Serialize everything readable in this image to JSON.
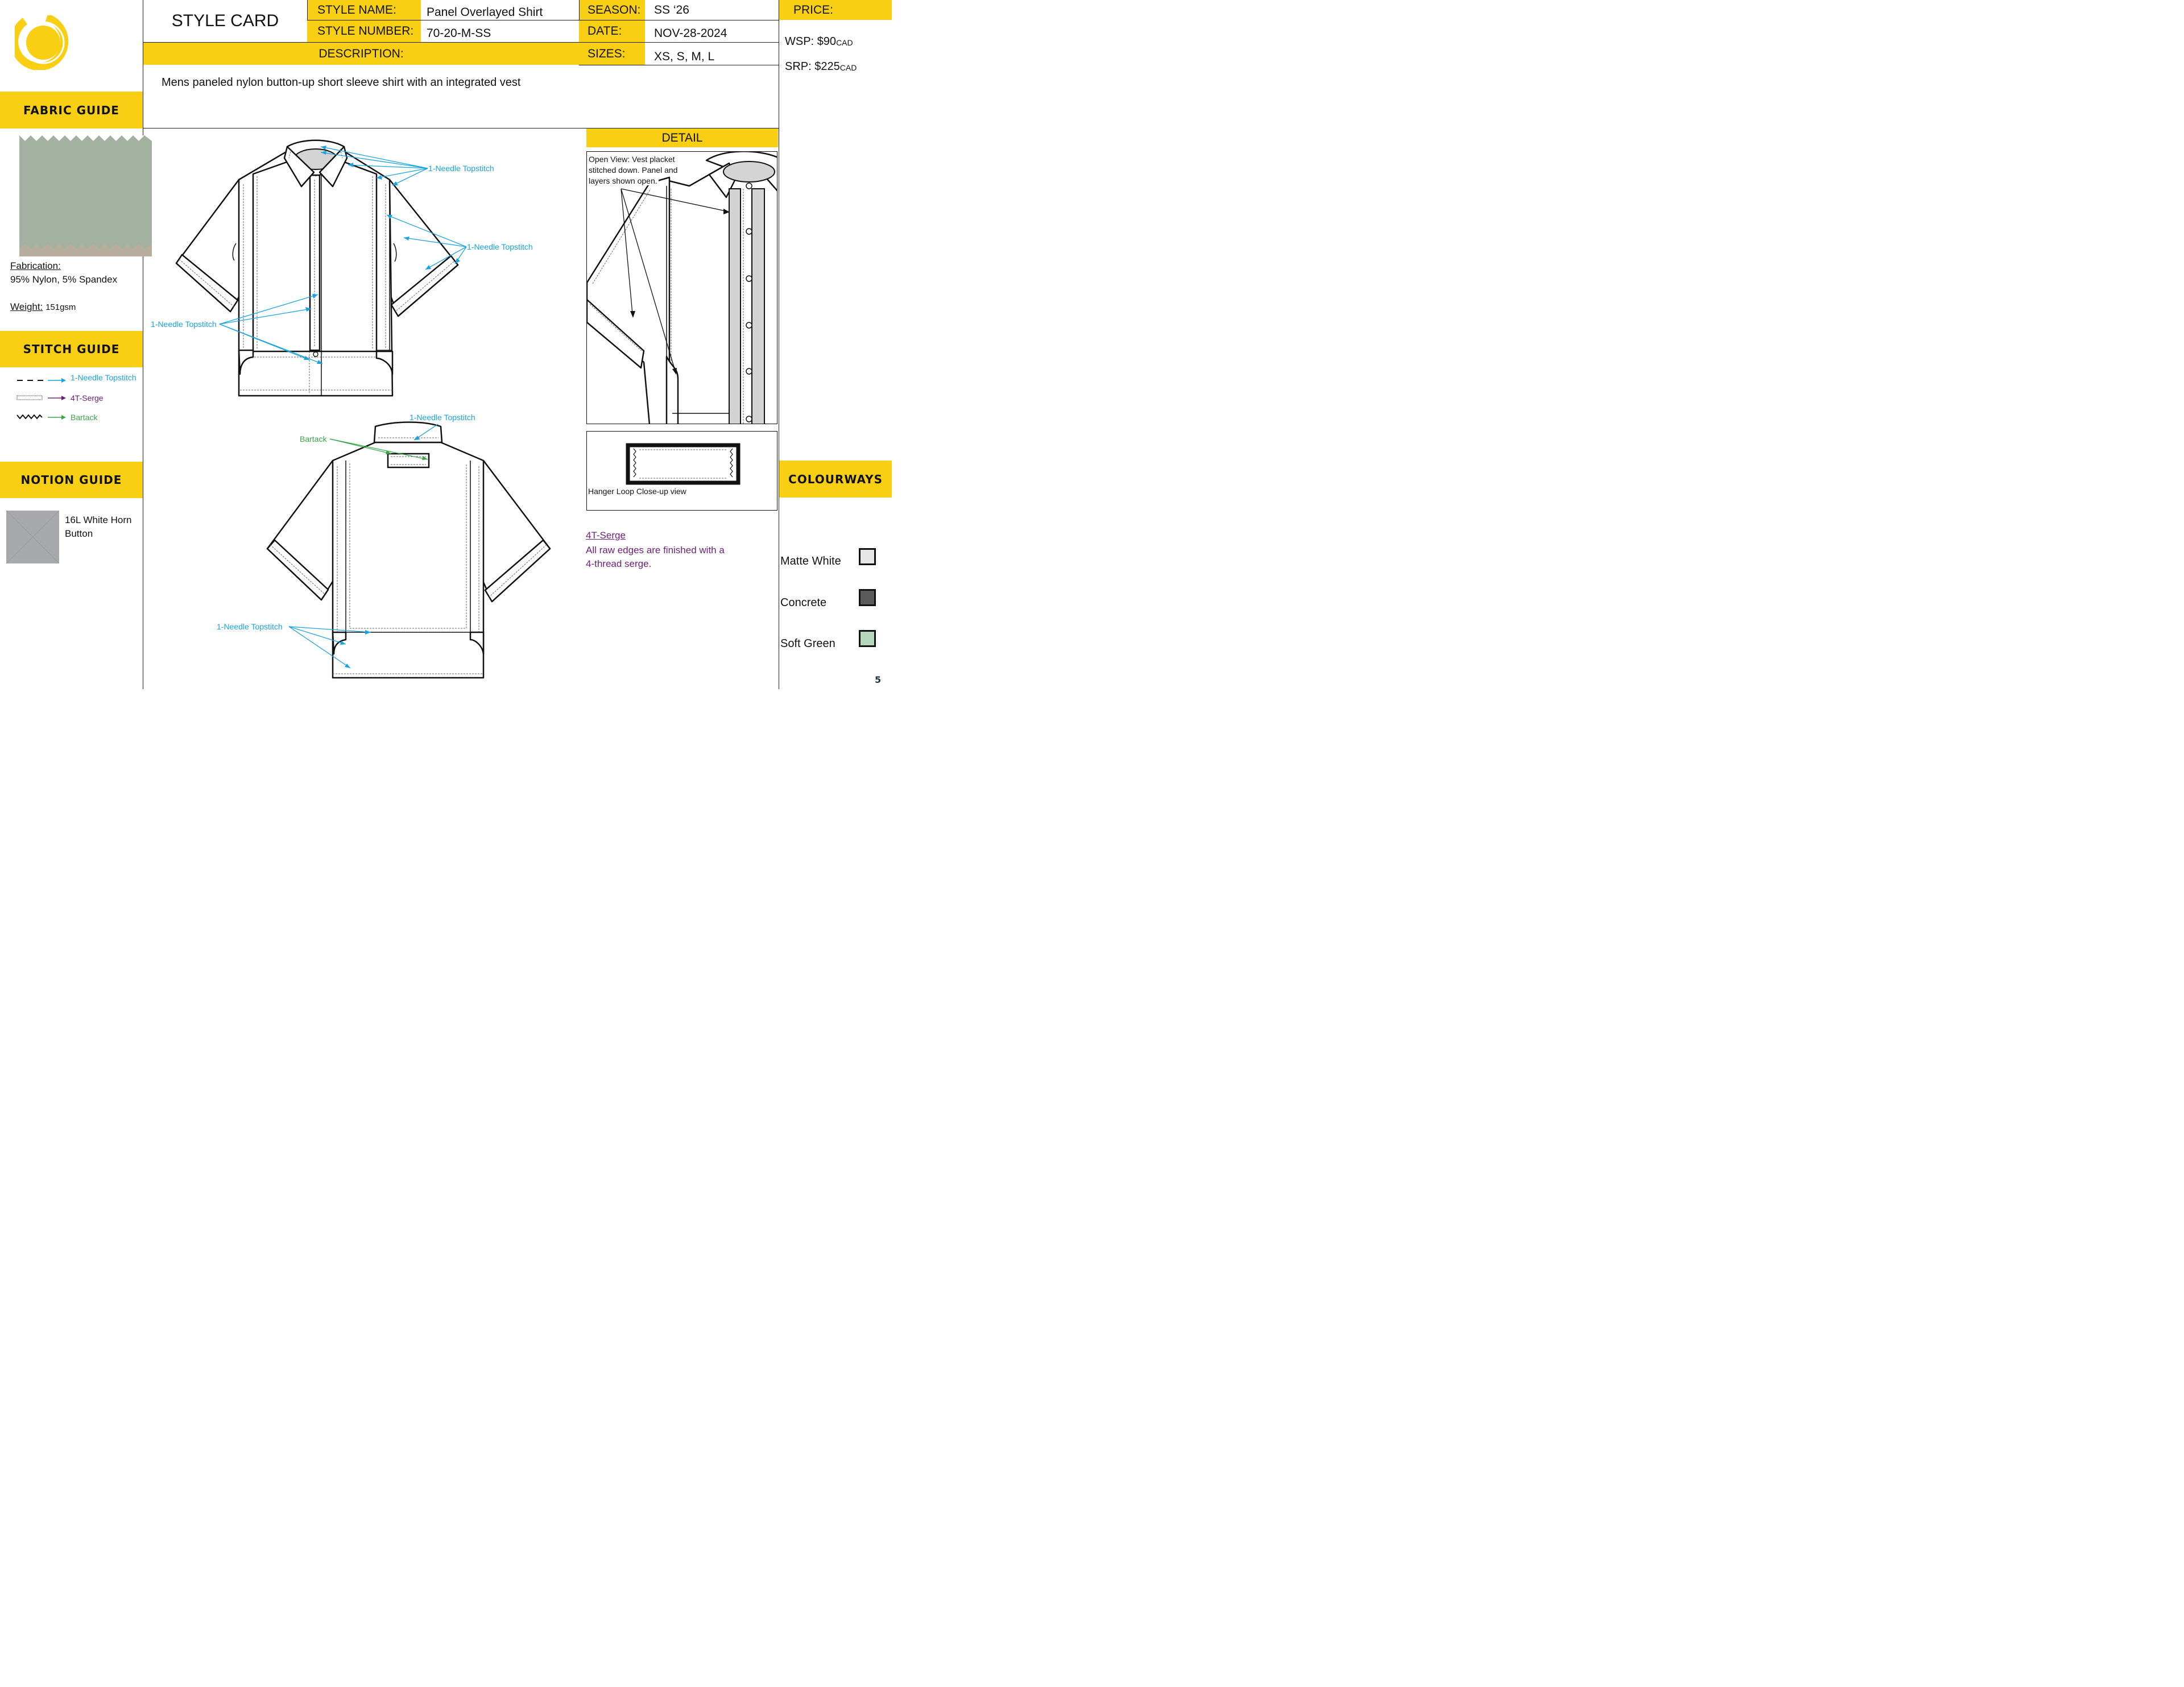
{
  "header": {
    "card_title": "STYLE CARD",
    "style_name_label": "STYLE NAME:",
    "style_name": "Panel Overlayed Shirt",
    "style_number_label": "STYLE NUMBER:",
    "style_number": "70-20-M-SS",
    "season_label": "SEASON:",
    "season": "SS ‘26",
    "date_label": "DATE:",
    "date": "NOV-28-2024",
    "description_label": "DESCRIPTION:",
    "sizes_label": "SIZES:",
    "sizes": "XS, S, M, L",
    "description": "Mens paneled nylon button-up short sleeve shirt with an integrated vest"
  },
  "price": {
    "label": "PRICE:",
    "wsp_label": "WSP:",
    "wsp_value": "$90",
    "wsp_currency": "CAD",
    "srp_label": "SRP:",
    "srp_value": "$225",
    "srp_currency": "CAD"
  },
  "fabric_guide": {
    "title": "FABRIC GUIDE",
    "fabrication_label": "Fabrication:",
    "fabrication": "95% Nylon, 5% Spandex",
    "weight_label": "Weight:",
    "weight": "151gsm",
    "swatch_color": "#a3b2a0"
  },
  "stitch_guide": {
    "title": "STITCH GUIDE",
    "items": [
      {
        "label": "1-Needle Topstitch",
        "color": "#1aa3dd"
      },
      {
        "label": "4T-Serge",
        "color": "#6b2276"
      },
      {
        "label": "Bartack",
        "color": "#3aa64a"
      }
    ]
  },
  "notion_guide": {
    "title": "NOTION GUIDE",
    "item_line1": "16L White Horn",
    "item_line2": "Button",
    "swatch_color": "#a7a9ad"
  },
  "detail": {
    "title": "DETAIL",
    "open_view_line1": "Open View: Vest placket",
    "open_view_line2": "stitched down. Panel and",
    "open_view_line3": "layers shown open.",
    "hanger_caption": "Hanger Loop Close-up view"
  },
  "serge_note": {
    "title": "4T-Serge",
    "line1": "All raw edges are finished with a",
    "line2": "4-thread serge."
  },
  "callouts": {
    "topstitch": "1-Needle Topstitch",
    "bartack": "Bartack"
  },
  "colourways": {
    "title": "COLOURWAYS",
    "items": [
      {
        "name": "Matte White",
        "color": "#e6e6e6"
      },
      {
        "name": "Concrete",
        "color": "#5b5b5b"
      },
      {
        "name": "Soft Green",
        "color": "#b4d6ba"
      }
    ]
  },
  "page_number": "5",
  "colors": {
    "accent_yellow": "#f9cf13",
    "topstitch_blue": "#1aa3dd",
    "serge_purple": "#6b2276",
    "bartack_green": "#3aa64a"
  }
}
